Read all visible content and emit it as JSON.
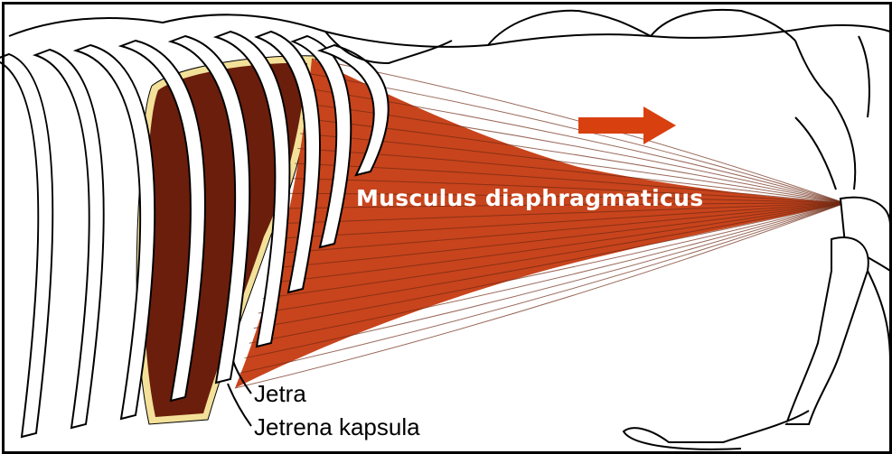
{
  "labels": {
    "muscle": "Musculus diaphragmaticus",
    "liver": "Jetra",
    "liver_capsule": "Jetrena kapsula"
  },
  "colors": {
    "muscle": "#c8441c",
    "muscle_fiber": "#6e2a14",
    "liver": "#6b1e0c",
    "capsule": "#f3e19a",
    "arrow": "#d9400f",
    "outline": "#000000",
    "background": "#ffffff"
  },
  "icons": {
    "direction_arrow": "arrow-right-icon"
  }
}
